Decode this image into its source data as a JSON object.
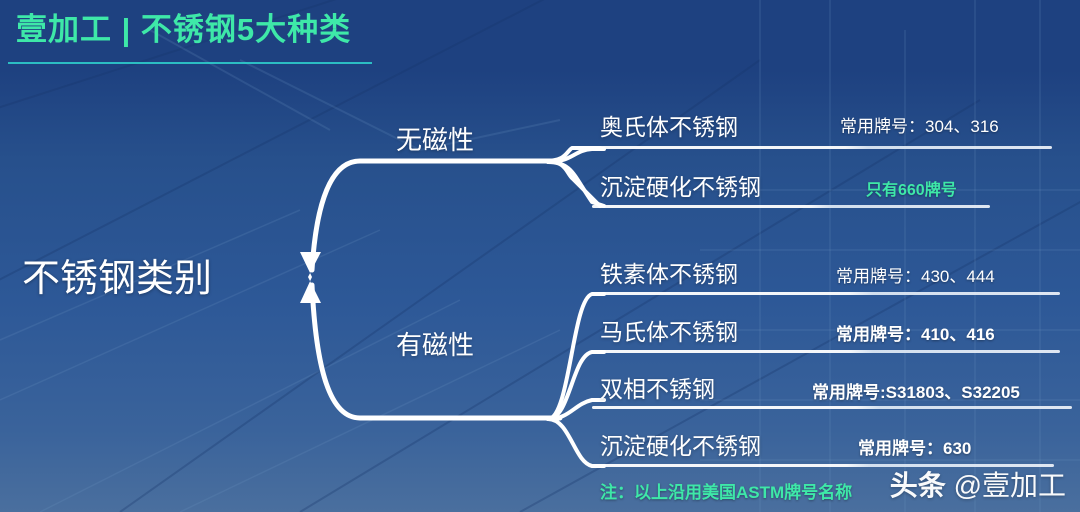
{
  "header": {
    "title": "壹加工 | 不锈钢5大种类",
    "brand": "壹加工",
    "separator": "|",
    "subject": "不锈钢5大种类"
  },
  "diagram": {
    "root": {
      "label": "不锈钢类别"
    },
    "branches": [
      {
        "label": "无磁性",
        "leaves": [
          {
            "name": "奥氏体不锈钢",
            "badge": "常用牌号：304、316",
            "badge_color": "#ffffff",
            "badge_bold": false
          },
          {
            "name": "沉淀硬化不锈钢",
            "badge": "只有660牌号",
            "badge_color": "#3ee8a8",
            "badge_bold": true
          }
        ]
      },
      {
        "label": "有磁性",
        "leaves": [
          {
            "name": "铁素体不锈钢",
            "badge": "常用牌号：430、444",
            "badge_color": "#ffffff",
            "badge_bold": false
          },
          {
            "name": "马氏体不锈钢",
            "badge": "常用牌号：410、416",
            "badge_color": "#ffffff",
            "badge_bold": true
          },
          {
            "name": "双相不锈钢",
            "badge": "常用牌号:S31803、S32205",
            "badge_color": "#ffffff",
            "badge_bold": true
          },
          {
            "name": "沉淀硬化不锈钢",
            "badge": "常用牌号：630",
            "badge_color": "#ffffff",
            "badge_bold": true
          }
        ]
      }
    ],
    "note": "注：以上沿用美国ASTM牌号名称"
  },
  "watermark": {
    "platform": "头条",
    "handle": "@壹加工"
  },
  "colors": {
    "accent_green": "#3ee8a8",
    "rule_teal": "#2fd3cf",
    "background_top": "#1e4180",
    "background_mid": "#2d5897",
    "background_bottom": "#4a6f9e",
    "line_white": "#ffffff"
  }
}
